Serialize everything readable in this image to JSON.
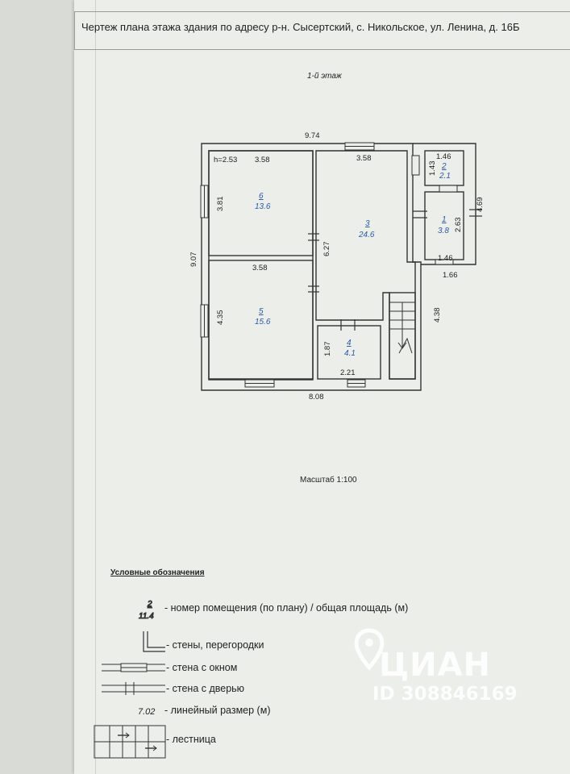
{
  "header": {
    "title": "Чертеж плана этажа здания по адресу р-н. Сысертский, с. Никольское, ул. Ленина, д. 16Б",
    "floor_label": "1-й этаж"
  },
  "plan": {
    "overall": {
      "top_width": "9.74",
      "bottom_width": "8.08",
      "left_height": "9.07",
      "right_height_upper": "4.69",
      "right_height_lower": "4.38",
      "annex_step": "1.66",
      "ceiling_height": "h=2.53"
    },
    "rooms": [
      {
        "id": "room-6",
        "number": "6",
        "area": "13.6",
        "width": "3.58",
        "height": "3.81"
      },
      {
        "id": "room-5",
        "number": "5",
        "area": "15.6",
        "width": "3.58",
        "height": "4.35"
      },
      {
        "id": "room-3",
        "number": "3",
        "area": "24.6",
        "width": "3.58",
        "height": "6.27"
      },
      {
        "id": "room-4",
        "number": "4",
        "area": "4.1",
        "width": "2.21",
        "height": "1.87"
      },
      {
        "id": "room-2",
        "number": "2",
        "area": "2.1",
        "width": "1.46",
        "height": "1.43"
      },
      {
        "id": "room-1",
        "number": "1",
        "area": "3.8",
        "width": "1.46",
        "height": "2.63"
      }
    ]
  },
  "scale_label": "Масштаб 1:100",
  "legend": {
    "title": "Условные обозначения",
    "sample_number": "2",
    "sample_area": "11.4",
    "sample_dimension": "7.02",
    "items": [
      "- номер помещения (по плану) / общая площадь (м)",
      "- стены, перегородки",
      "- стена с окном",
      "- стена с дверью",
      "- линейный размер (м)",
      "- лестница"
    ]
  },
  "watermark": {
    "brand": "ЦИАН",
    "listing_id": "ID 308846169"
  }
}
